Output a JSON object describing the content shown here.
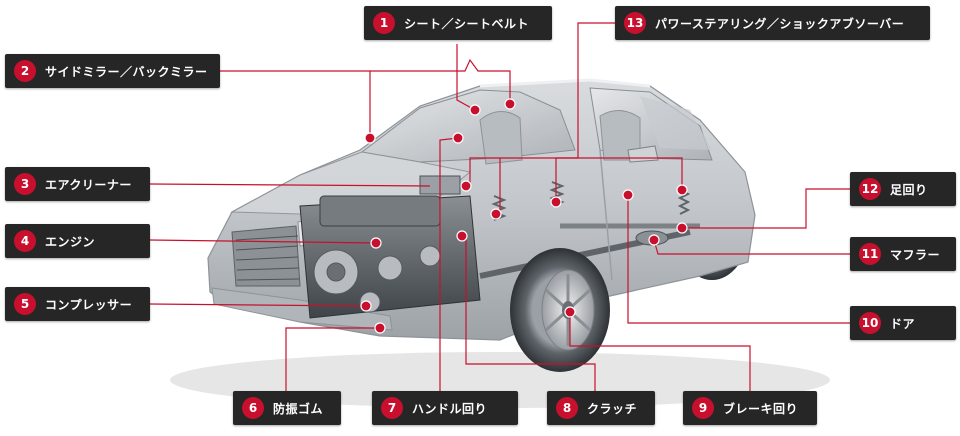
{
  "labels": [
    {
      "num": "1",
      "text": "シート／シートベルト"
    },
    {
      "num": "2",
      "text": "サイドミラー／バックミラー"
    },
    {
      "num": "3",
      "text": "エアクリーナー"
    },
    {
      "num": "4",
      "text": "エンジン"
    },
    {
      "num": "5",
      "text": "コンプレッサー"
    },
    {
      "num": "6",
      "text": "防振ゴム"
    },
    {
      "num": "7",
      "text": "ハンドル回り"
    },
    {
      "num": "8",
      "text": "クラッチ"
    },
    {
      "num": "9",
      "text": "ブレーキ回り"
    },
    {
      "num": "10",
      "text": "ドア"
    },
    {
      "num": "11",
      "text": "マフラー"
    },
    {
      "num": "12",
      "text": "足回り"
    },
    {
      "num": "13",
      "text": "パワーステアリング／ショックアブソーバー"
    }
  ],
  "colors": {
    "marker": "#c8102e",
    "label_bg": "#262626",
    "leader": "#c8102e"
  },
  "illustration": "translucent-sedan-cutaway"
}
